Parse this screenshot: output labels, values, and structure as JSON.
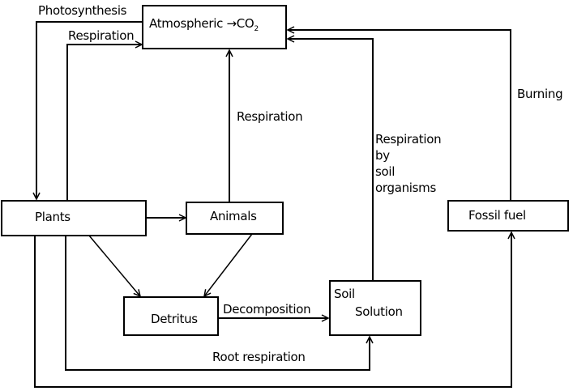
{
  "nodes": {
    "atmosphere": {
      "label": "Atmospheric →CO",
      "subscript": "2"
    },
    "plants": "Plants",
    "animals": "Animals",
    "detritus": "Detritus",
    "soil": {
      "line1": "Soil",
      "line2": "Solution"
    },
    "fossil": "Fossil fuel"
  },
  "edges": {
    "photosynthesis": "Photosynthesis",
    "plant_respiration": "Respiration",
    "animal_respiration": "Respiration",
    "soil_respiration": [
      "Respiration",
      "by",
      "soil",
      "organisms"
    ],
    "burning": "Burning",
    "decomposition": "Decomposition",
    "root_respiration": "Root respiration"
  }
}
